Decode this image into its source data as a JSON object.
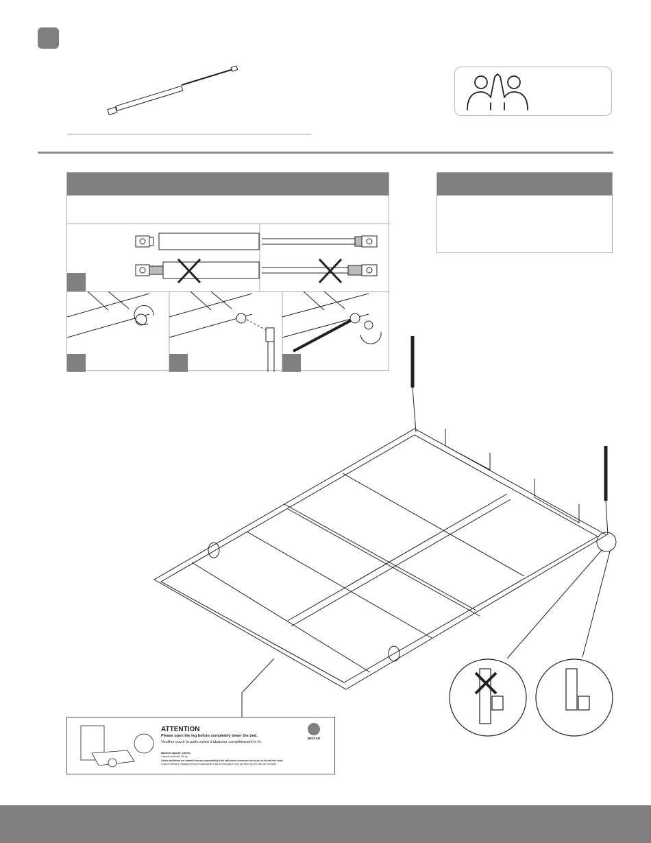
{
  "attention_label": {
    "heading": "ATTENTION",
    "instruction_en": "Please open the leg before completely lower the bed.",
    "instruction_fr": "Veuillez ouvrir la patte avant d'abaisser complètement le lit.",
    "capacity_en": "Maximum capacity: 1499 lbs",
    "capacity_fr": "Capacité maximale: 400 kg",
    "disclaimer_en": "Costco and Bestar are released from any responsibility if the wall anchor screws are not secure to the wall into studs.",
    "disclaimer_fr": "Costco et Bestar se dégagent de toute responsabilité si les vis d'ancrage ne sont pas fixées au mur dans des montants.",
    "brand": "BESTAR"
  },
  "colors": {
    "header_gray": "#808080",
    "line_dark": "#231f20",
    "divider_gray": "#8c8c8c",
    "border_gray": "#a9a9a9"
  }
}
